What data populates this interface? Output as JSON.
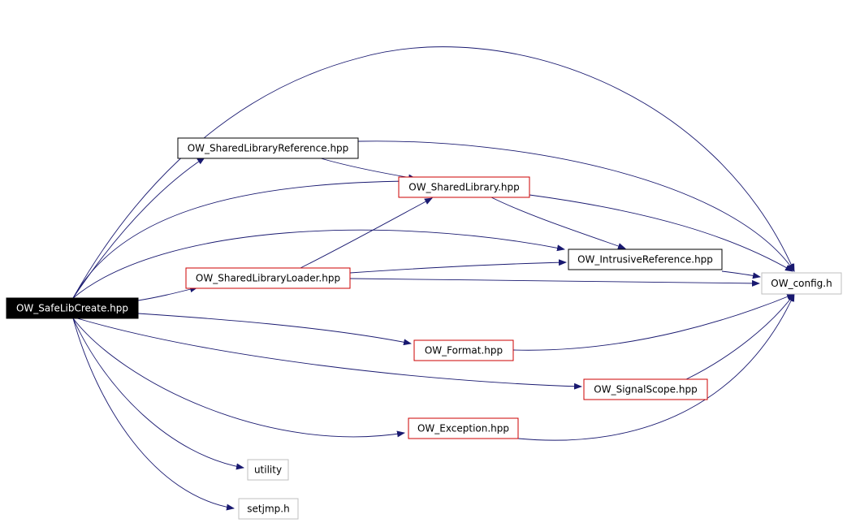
{
  "graph": {
    "root": "OW_SafeLibCreate.hpp",
    "nodes": {
      "root": {
        "label": "OW_SafeLibCreate.hpp",
        "style": "root"
      },
      "slref": {
        "label": "OW_SharedLibraryReference.hpp",
        "style": "black"
      },
      "slib": {
        "label": "OW_SharedLibrary.hpp",
        "style": "red"
      },
      "slload": {
        "label": "OW_SharedLibraryLoader.hpp",
        "style": "red"
      },
      "intref": {
        "label": "OW_IntrusiveReference.hpp",
        "style": "black"
      },
      "config": {
        "label": "OW_config.h",
        "style": "gray"
      },
      "format": {
        "label": "OW_Format.hpp",
        "style": "red"
      },
      "sigscope": {
        "label": "OW_SignalScope.hpp",
        "style": "red"
      },
      "except": {
        "label": "OW_Exception.hpp",
        "style": "red"
      },
      "utility": {
        "label": "utility",
        "style": "gray"
      },
      "setjmp": {
        "label": "setjmp.h",
        "style": "gray"
      }
    },
    "edges": [
      [
        "root",
        "config"
      ],
      [
        "root",
        "slref"
      ],
      [
        "root",
        "slib"
      ],
      [
        "root",
        "intref"
      ],
      [
        "root",
        "slload"
      ],
      [
        "root",
        "format"
      ],
      [
        "root",
        "sigscope"
      ],
      [
        "root",
        "except"
      ],
      [
        "root",
        "utility"
      ],
      [
        "root",
        "setjmp"
      ],
      [
        "slref",
        "slib"
      ],
      [
        "slref",
        "config"
      ],
      [
        "slib",
        "intref"
      ],
      [
        "slib",
        "config"
      ],
      [
        "slload",
        "slib"
      ],
      [
        "slload",
        "intref"
      ],
      [
        "slload",
        "config"
      ],
      [
        "intref",
        "config"
      ],
      [
        "format",
        "config"
      ],
      [
        "sigscope",
        "config"
      ],
      [
        "except",
        "config"
      ]
    ],
    "colors": {
      "edge": "#191970",
      "red_border": "#cc0000",
      "gray_border": "#bfbfbf",
      "black_border": "#000000",
      "root_fill": "#000000",
      "root_text": "#ffffff"
    }
  }
}
